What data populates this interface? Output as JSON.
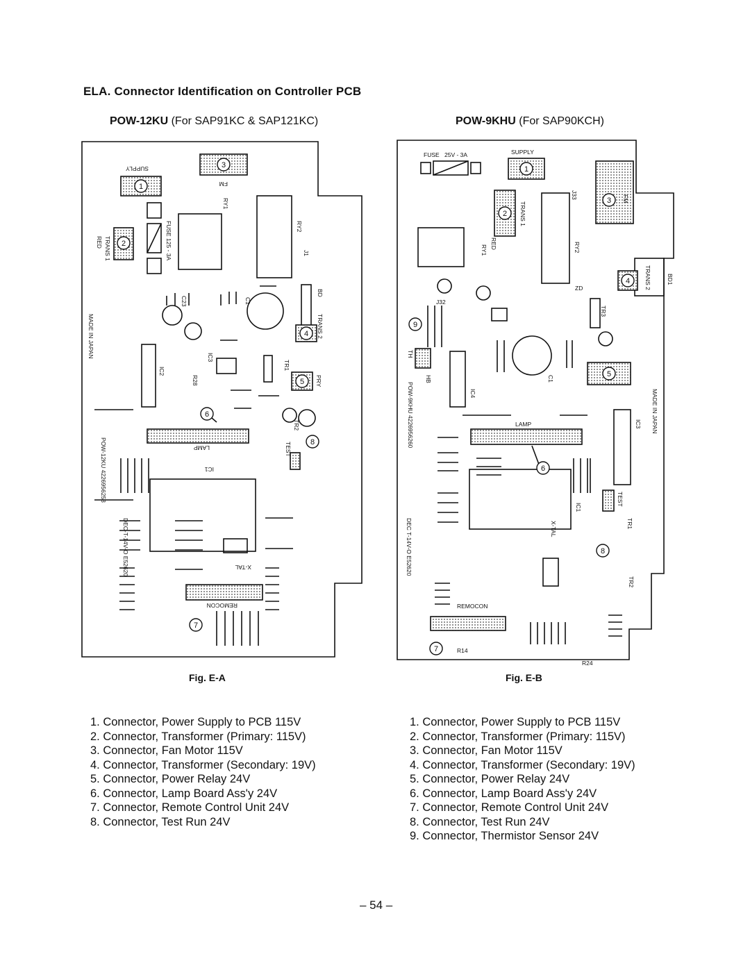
{
  "heading": "ELA. Connector Identification on Controller PCB",
  "board_a": {
    "model": "POW-12KU",
    "for_text": "(For SAP91KC & SAP121KC)",
    "caption": "Fig. E-A",
    "labels": {
      "supply": "SUPPLY",
      "fm": "FM",
      "trans1": "TRANS 1",
      "red": "RED",
      "fuse": "FUSE 125 - 3A",
      "ry1": "RY1",
      "ry2": "RY2",
      "j1": "J1",
      "bd": "BD",
      "trans2": "TRANS 2",
      "made_in": "MADE IN JAPAN",
      "ic2": "IC2",
      "ic3": "IC3",
      "r28": "R28",
      "lamp": "LAMP",
      "ic1": "IC1",
      "part_no": "POW-12KU 4226956258",
      "dec": "DEC-T-14V-O E52620",
      "remocon": "REMOCON",
      "test": "TEST",
      "pry": "PRY",
      "tr1": "TR1",
      "tr2": "TR2",
      "c1": "C1",
      "c23": "C23",
      "xtal": "X-TAL"
    }
  },
  "board_b": {
    "model": "POW-9KHU",
    "for_text": "(For SAP90KCH)",
    "caption": "Fig. E-B",
    "labels": {
      "fuse": "FUSE",
      "fuse_rating": "25V - 3A",
      "supply": "SUPPLY",
      "trans1": "TRANS 1",
      "red": "RED",
      "ry1": "RY1",
      "ry2": "RY2",
      "j33": "J33",
      "fm": "FM",
      "trans2": "TRANS 2",
      "bd1": "BD1",
      "th": "TH",
      "hb": "HB",
      "part_no": "POW-9KHU 4226956260",
      "ic4": "IC4",
      "c1": "C1",
      "lamp": "LAMP",
      "made_in": "MADE IN JAPAN",
      "ic3": "IC3",
      "ic1": "IC1",
      "test": "TEST",
      "remocon": "REMOCON",
      "dec": "DEC T-14V-O E52620",
      "xtal": "X-TAL",
      "j32": "J32",
      "zd": "ZD",
      "tr3": "TR3",
      "tr1": "TR1",
      "tr2": "TR2",
      "r14": "R14",
      "r24": "R24"
    }
  },
  "legend_a": [
    "1. Connector, Power Supply to PCB 115V",
    "2. Connector, Transformer (Primary: 115V)",
    "3. Connector, Fan Motor 115V",
    "4. Connector, Transformer (Secondary: 19V)",
    "5. Connector, Power Relay 24V",
    "6. Connector, Lamp Board Ass'y  24V",
    "7. Connector, Remote Control Unit  24V",
    "8. Connector, Test Run  24V"
  ],
  "legend_b": [
    "1. Connector, Power Supply to PCB 115V",
    "2. Connector, Transformer (Primary: 115V)",
    "3. Connector, Fan Motor 115V",
    "4. Connector, Transformer (Secondary: 19V)",
    "5. Connector, Power Relay 24V",
    "6. Connector, Lamp Board Ass'y  24V",
    "7. Connector, Remote Control Unit  24V",
    "8. Connector, Test Run  24V",
    "9. Connector, Thermistor Sensor  24V"
  ],
  "markers": [
    "1",
    "2",
    "3",
    "4",
    "5",
    "6",
    "7",
    "8",
    "9"
  ],
  "page_number": "– 54 –"
}
